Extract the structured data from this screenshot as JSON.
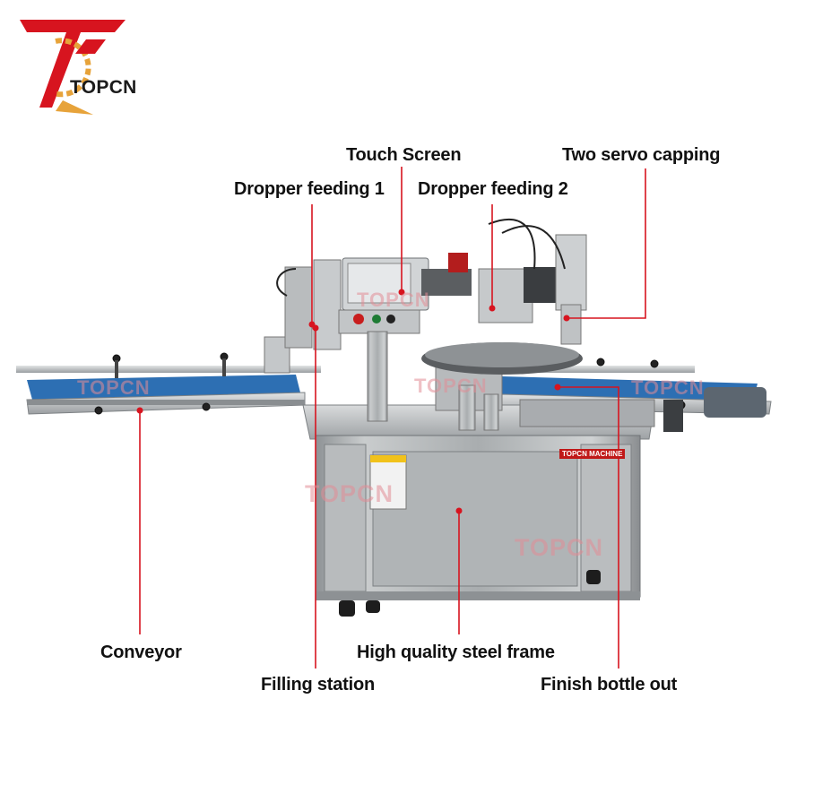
{
  "brand": {
    "name": "TOPCN",
    "plate": "TOPCN MACHINE",
    "accent": "#d7141f",
    "logo_gold": "#e7a33a"
  },
  "watermark": "TOPCN",
  "callouts": {
    "touch_screen": "Touch Screen",
    "two_servo_capping": "Two servo capping",
    "dropper_feeding_1": "Dropper feeding 1",
    "dropper_feeding_2": "Dropper feeding 2",
    "conveyor": "Conveyor",
    "high_quality_steel_frame": "High quality steel frame",
    "filling_station": "Filling station",
    "finish_bottle_out": "Finish bottle out"
  }
}
